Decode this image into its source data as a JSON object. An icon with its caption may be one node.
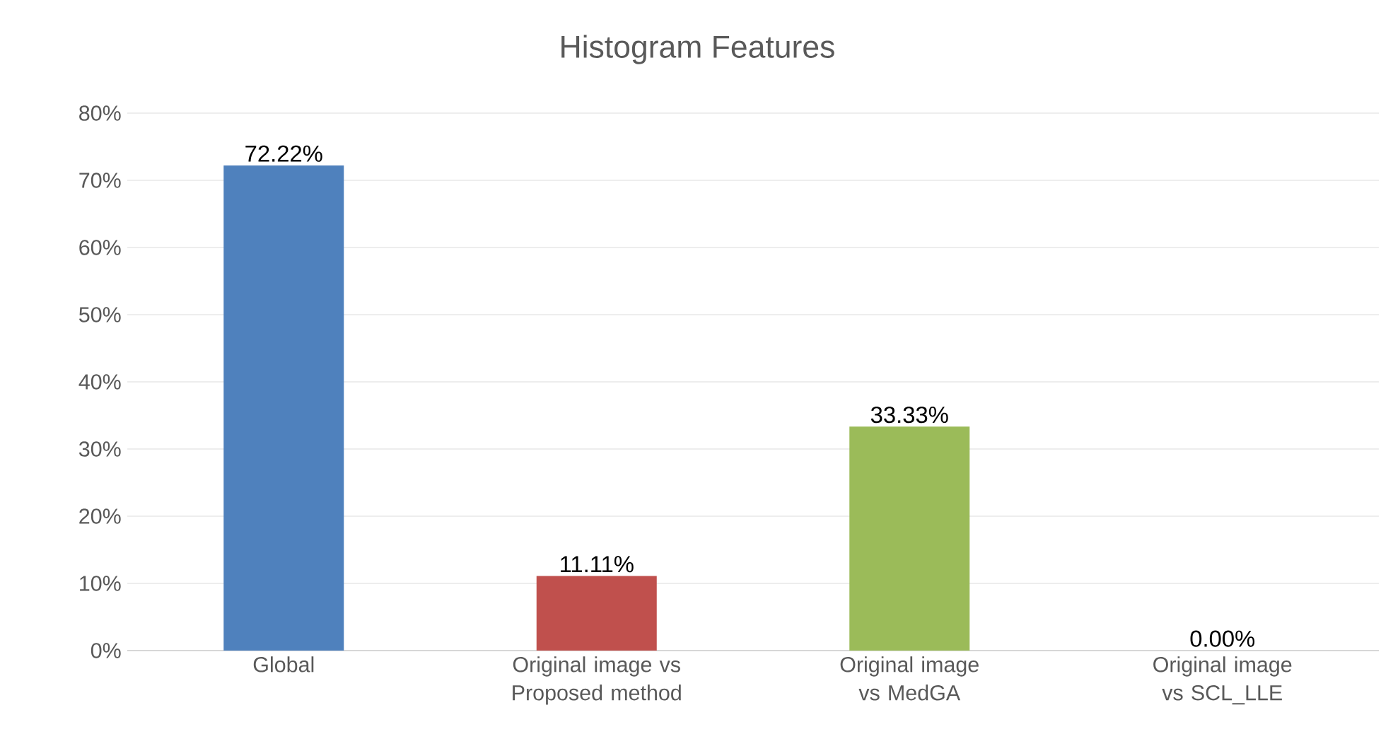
{
  "diagram": {
    "chart_data": {
      "type": "bar",
      "title": "Histogram Features",
      "categories": [
        "Global",
        "Original image vs Proposed method",
        "Original image vs MedGA",
        "Original image vs SCL_LLE"
      ],
      "series": [
        {
          "color": "#4f81bd",
          "values": [
            72.22,
            null,
            null,
            null
          ]
        },
        {
          "color": "#c0504d",
          "values": [
            null,
            11.11,
            null,
            null
          ]
        },
        {
          "color": "#9bbb59",
          "values": [
            null,
            null,
            33.33,
            null
          ]
        },
        {
          "color": "#8064a2",
          "values": [
            null,
            null,
            null,
            0.0
          ]
        }
      ],
      "ylim": [
        0,
        80
      ],
      "grid": true,
      "yticks": [
        {
          "value": 0,
          "label": "0%"
        },
        {
          "value": 10,
          "label": "10%"
        },
        {
          "value": 20,
          "label": "20%"
        },
        {
          "value": 30,
          "label": "30%"
        },
        {
          "value": 40,
          "label": "40%"
        },
        {
          "value": 50,
          "label": "50%"
        },
        {
          "value": 60,
          "label": "60%"
        },
        {
          "value": 70,
          "label": "70%"
        },
        {
          "value": 80,
          "label": "80%"
        }
      ],
      "value_labels": [
        "72.22%",
        "11.11%",
        "33.33%",
        "0.00%"
      ]
    }
  }
}
